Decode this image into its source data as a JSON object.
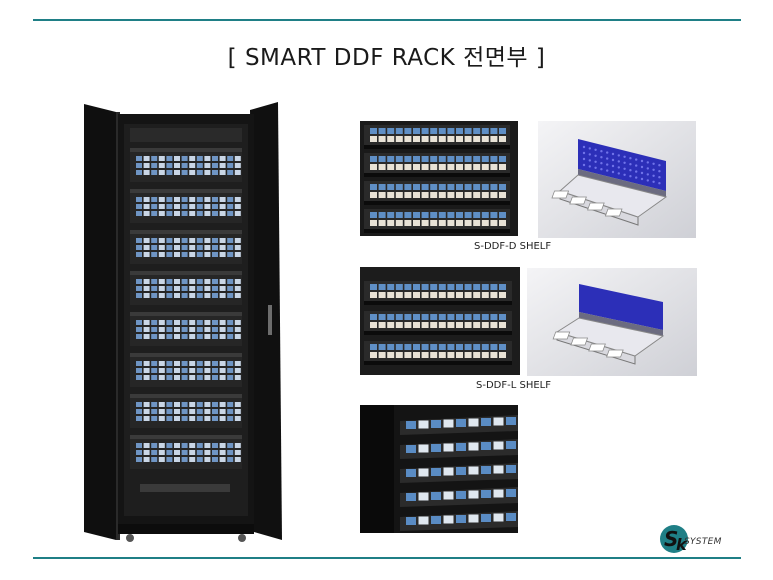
{
  "slide": {
    "title": "[ SMART DDF RACK 전면부 ]",
    "captions": {
      "shelf_d": "S-DDF-D SHELF",
      "shelf_l": "S-DDF-L SHELF"
    },
    "logo": {
      "letters": "SK",
      "word": "SYSTEM"
    }
  },
  "colors": {
    "accent_rule": "#1f7f86",
    "rack_body": "#141414",
    "panel_blue": "#3d6fa8",
    "render_blue": "#2c2fb8"
  }
}
